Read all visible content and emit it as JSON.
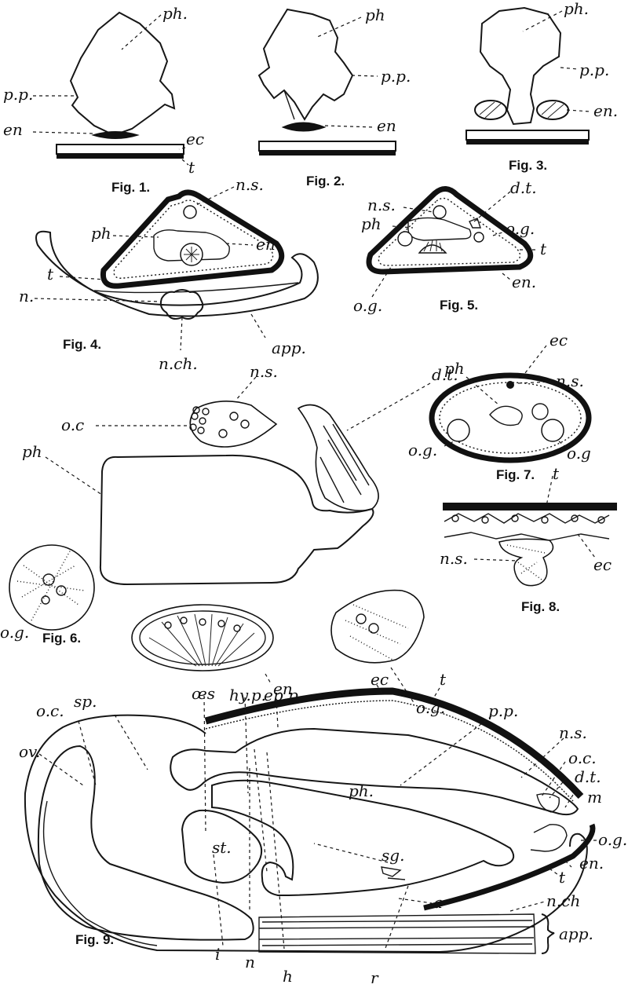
{
  "figures": [
    {
      "caption": "Fig. 1.",
      "labels": [
        "ph.",
        "p.p.",
        "en",
        "ec",
        "t"
      ]
    },
    {
      "caption": "Fig. 2.",
      "labels": [
        "ph",
        "p.p.",
        "en"
      ]
    },
    {
      "caption": "Fig. 3.",
      "labels": [
        "ph.",
        "p.p.",
        "en."
      ]
    },
    {
      "caption": "Fig. 4.",
      "labels": [
        "n.s.",
        "ph",
        "en",
        "t",
        "n.",
        "n.ch.",
        "app."
      ]
    },
    {
      "caption": "Fig. 5.",
      "labels": [
        "n.s.",
        "d.t.",
        "ph",
        "o.g.",
        "t",
        "o.g.",
        "en."
      ]
    },
    {
      "caption": "Fig. 6.",
      "labels": [
        "n.s.",
        "d.t.",
        "o.c",
        "ph",
        "o.g.",
        "en",
        "o.g."
      ]
    },
    {
      "caption": "Fig. 7.",
      "labels": [
        "ec",
        "ph",
        "n.s.",
        "o.g.",
        "o.g"
      ]
    },
    {
      "caption": "Fig. 8.",
      "labels": [
        "t",
        "n.s.",
        "ec"
      ]
    },
    {
      "caption": "Fig. 9.",
      "labels": [
        "sp.",
        "o.c.",
        "ov.",
        "œs",
        "hy.p.",
        "ep.p.",
        "ec",
        "t",
        "p.p.",
        "n.s.",
        "o.c.",
        "d.t.",
        "m",
        "ph.",
        "st.",
        "o.g.",
        "en.",
        "t",
        "sg.",
        "n.ch",
        "a",
        "app.",
        "i",
        "n",
        "h",
        "r"
      ]
    }
  ]
}
